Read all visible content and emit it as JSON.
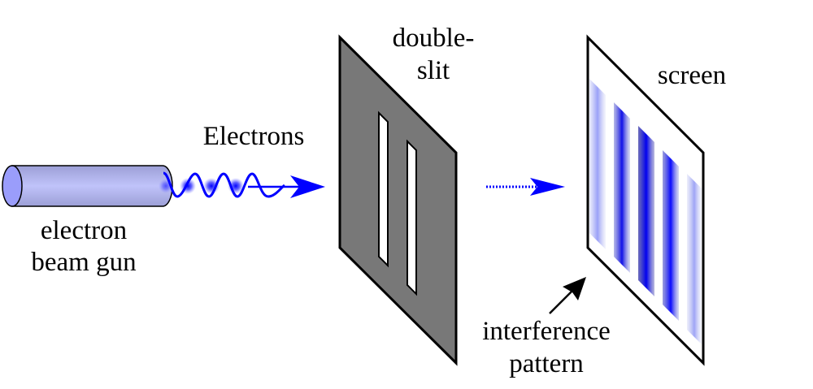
{
  "diagram": {
    "type": "double-slit experiment",
    "labels": {
      "electrons": "Electrons",
      "gun_line1": "electron",
      "gun_line2": "beam gun",
      "slit_line1": "double-",
      "slit_line2": "slit",
      "screen": "screen",
      "pattern_line1": "interference",
      "pattern_line2": "pattern"
    },
    "components": [
      {
        "id": "electron-beam-gun",
        "label": "electron beam gun",
        "shape": "cylinder"
      },
      {
        "id": "electron-wave",
        "label": "Electrons",
        "shape": "wave with particles and arrow"
      },
      {
        "id": "double-slit",
        "label": "double-slit",
        "shape": "gray panel with two slits"
      },
      {
        "id": "dotted-arrow",
        "shape": "dotted arrow"
      },
      {
        "id": "screen",
        "label": "screen",
        "shape": "white panel with 5 blue fringes"
      },
      {
        "id": "pattern-pointer",
        "label": "interference pattern",
        "shape": "black arrow"
      }
    ],
    "fringe_count": 5,
    "colors": {
      "beam": "#0000ff",
      "gun_body": "#b0b3ee",
      "gun_face": "#9a9dfb",
      "slit_panel": "#787878",
      "outline": "#000000",
      "fringe_dark": "#0000c8",
      "fringe_light": "#9aa0f0"
    }
  }
}
